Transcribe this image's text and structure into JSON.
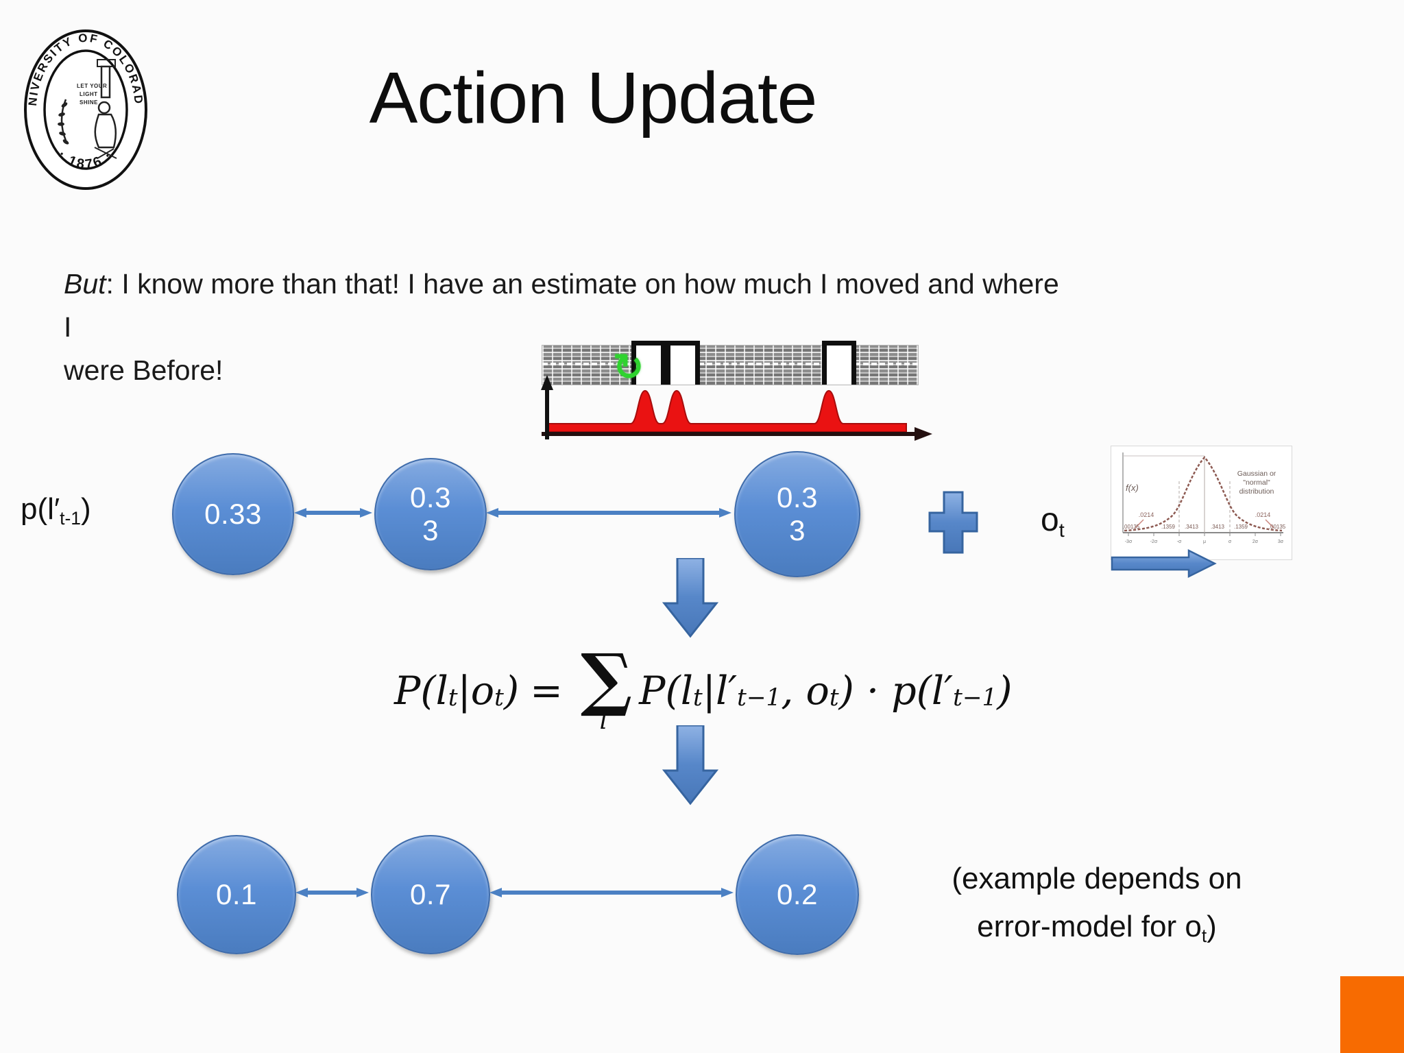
{
  "slide": {
    "title": "Action Update",
    "body": {
      "lead": "But",
      "line1_rest": ": I know more than that! I have an estimate on how much I moved and where I",
      "line2": "were Before!"
    }
  },
  "logo": {
    "ring_text": "UNIVERSITY OF COLORADO",
    "year_text": "· 1876 ·",
    "motto_lines": [
      "LET YOUR",
      "LIGHT",
      "SHINE"
    ]
  },
  "icons": {
    "robot_glyph": "↻",
    "plus_icon": "svg-cross-shape",
    "down_arrow_icon": "svg-block-arrow",
    "right_arrow_icon": "svg-block-arrow"
  },
  "prior_label": {
    "pre": "p(l′",
    "sub": "t-1",
    "post": ")"
  },
  "observation_label": {
    "pre": "o",
    "sub": "t"
  },
  "top_row": {
    "nodes": [
      {
        "lines": [
          "0.33",
          ""
        ]
      },
      {
        "lines": [
          "0.3",
          "3"
        ]
      },
      {
        "lines": [
          "0.3",
          "3"
        ]
      }
    ]
  },
  "bottom_row": {
    "nodes": [
      {
        "lines": [
          "0.1"
        ]
      },
      {
        "lines": [
          "0.7"
        ]
      },
      {
        "lines": [
          "0.2"
        ]
      }
    ]
  },
  "gaussian": {
    "ylabel": "f(x)",
    "annotation_lines": [
      "Gaussian or",
      "\"normal\"",
      "distribution"
    ],
    "tail_label_left": ".0214",
    "tail_label_right": ".0214",
    "area_labels": [
      ".00135",
      ".1359",
      ".3413",
      ".3413",
      ".1359",
      ".00135"
    ],
    "xtick_labels": [
      "-3σ",
      "-2σ",
      "-σ",
      "μ",
      "σ",
      "2σ",
      "3σ"
    ]
  },
  "formula": {
    "p1": "P(l",
    "s1": "t",
    "p2": "|o",
    "s2": "t",
    "p3": ")",
    "eq": "=",
    "sum": "∑",
    "sum_sub": "l′",
    "p4": "P(l",
    "s4": "t",
    "p5": "|l′",
    "s5": "t−1",
    "p6": ", o",
    "s6": "t",
    "p7": ") · p(l′",
    "s7": "t−1",
    "p8": ")"
  },
  "caption": {
    "line1": "(example depends on",
    "line2_pre": "error-model for o",
    "line2_sub": "t",
    "line2_post": ")"
  },
  "colors": {
    "node_blue": "#5b8ed5",
    "arrow_blue": "#4b80c3",
    "dist_red": "#ea1212",
    "robot_green": "#2fd32f",
    "accent_orange": "#f76b01"
  }
}
